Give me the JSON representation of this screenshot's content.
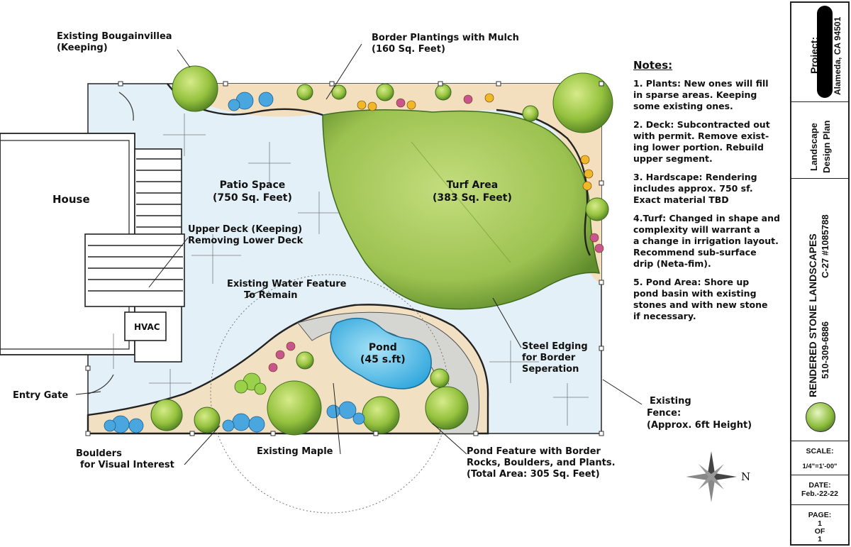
{
  "labels": {
    "bougainvillea": [
      "Existing Bougainvillea",
      "(Keeping)"
    ],
    "border_plantings": [
      "Border Plantings with Mulch",
      "(160 Sq. Feet)"
    ],
    "house": "House",
    "patio": [
      "Patio Space",
      "(750 Sq. Feet)"
    ],
    "turf": [
      "Turf Area",
      "(383 Sq. Feet)"
    ],
    "upper_deck": [
      "Upper Deck (Keeping)",
      "Removing Lower Deck"
    ],
    "water_feature": [
      "Existing Water Feature",
      "To Remain"
    ],
    "hvac": "HVAC",
    "pond": [
      "Pond",
      "(45 s.ft)"
    ],
    "steel_edging": [
      "Steel Edging",
      "for Border",
      "Seperation"
    ],
    "entry_gate": "Entry Gate",
    "existing_fence": [
      "Existing",
      "Fence:",
      "(Approx. 6ft Height)"
    ],
    "boulders": [
      "Boulders",
      "for Visual Interest"
    ],
    "existing_maple": "Existing Maple",
    "pond_feature": [
      "Pond Feature with Border",
      "Rocks, Boulders, and Plants.",
      "(Total Area: 305 Sq. Feet)"
    ],
    "compass_n": "N"
  },
  "notes": {
    "title": "Notes:",
    "items": [
      "1. Plants: New ones will fill\nin sparse areas. Keeping\nsome existing ones.",
      "2. Deck: Subcontracted out\nwith permit. Remove exist-\ning lower portion. Rebuild\nupper segment.",
      "3. Hardscape: Rendering\nincludes approx. 750 sf.\nExact material TBD",
      "4.Turf: Changed in shape and\ncomplexity will warrant a\na change in irrigation layout.\nRecommend sub-surface\ndrip (Neta-fim).",
      "5. Pond Area: Shore up\npond basin with existing\nstones and with new stone\nif necessary."
    ]
  },
  "title_block": {
    "project_label": "Project:",
    "project_location": "Alameda, CA 94501",
    "plan_title_1": "Landscape",
    "plan_title_2": "Design Plan",
    "company_name": "RENDERED STONE LANDSCAPES",
    "license": "C-27 #1085788",
    "phone": "510-309-6886",
    "scale_label": "SCALE:",
    "scale_value": "1/4\"=1'-00\"",
    "date_label": "DATE:",
    "date_value": "Feb.-22-22",
    "page_label": "PAGE:",
    "page_value_1": "1",
    "page_value_2": "OF",
    "page_value_3": "1"
  },
  "colors": {
    "turf": "#9cc250",
    "turf_dark": "#6f9a32",
    "patio": "#dfeef7",
    "mulch": "#f2dcb8",
    "pond": "#56c2ea",
    "tree": "#8dbd3c",
    "accent_blue": "#3a9bd8",
    "flower_pink": "#c9558f",
    "flower_yellow": "#f0b828",
    "redaction": "#000000"
  }
}
